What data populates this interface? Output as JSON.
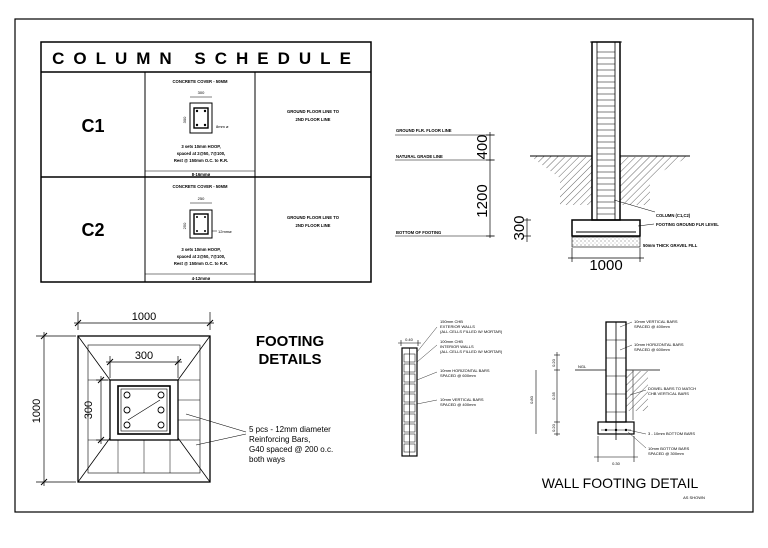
{
  "schedule": {
    "title": "COLUMN SCHEDULE",
    "rows": [
      {
        "mark": "C1",
        "cover": "CONCRETE COVER - 50MM",
        "dim_top": "300",
        "dim_side": "300",
        "bar_label": "8mm ø",
        "hoop1": "3 sets 10mm HOOP,",
        "hoop2": "spaced at 2@50, 7@100,",
        "hoop3": "Rest @ 150mm O.C. to R.R.",
        "bars": "8-16mmø",
        "location1": "GROUND FLOOR LINE TO",
        "location2": "2ND FLOOR LINE"
      },
      {
        "mark": "C2",
        "cover": "CONCRETE COVER - 50MM",
        "dim_top": "250",
        "dim_side": "250",
        "bar_label": "12mmø",
        "hoop1": "3 sets 10mm HOOP,",
        "hoop2": "spaced at 2@50, 7@100,",
        "hoop3": "Rest @ 150mm O.C. to R.R.",
        "bars": "4-12mmø",
        "location1": "GROUND FLOOR LINE TO",
        "location2": "2ND FLOOR LINE"
      }
    ]
  },
  "column_section": {
    "ground_floor_line": "GROUND FLR. FLOOR LINE",
    "natural_grade_line": "NATURAL GRADE LINE",
    "bottom_of_footing": "BOTTOM OF FOOTING",
    "dim_400": "400",
    "dim_1200": "1200",
    "dim_300": "300",
    "dim_1000": "1000",
    "column_label": "COLUMN (C1,C2)",
    "footing_label": "FOOTING  GROUND FLR LEVEL",
    "gravel_label": "50mm THICK GRAVEL FILL"
  },
  "footing_plan": {
    "heading1": "FOOTING",
    "heading2": "DETAILS",
    "dim_1000_top": "1000",
    "dim_300_top": "300",
    "dim_1000_left": "1000",
    "dim_300_left": "300",
    "note1": "5 pcs - 12mm diameter",
    "note2": "Reinforcing Bars,",
    "note3": "G40 spaced @ 200 o.c.",
    "note4": "both ways"
  },
  "wall_section": {
    "dim_040": "0.40",
    "ext_wall1": "150mm CHB",
    "ext_wall2": "EXTERIOR WALLS",
    "ext_wall3": "(ALL CELLS FILLED W/ MORTAR)",
    "int_wall1": "100mm CHB",
    "int_wall2": "INTERIOR WALLS",
    "int_wall3": "(ALL CELLS FILLED W/ MORTAR)",
    "horiz1": "10mm HORIZONTAL BARS",
    "horiz2": "SPACED @ 600mm",
    "vert1": "10mm VERTICAL BARS",
    "vert2": "SPACED @ 400mm"
  },
  "wall_footing": {
    "vert1": "10mm VERTICAL BARS",
    "vert2": "SPACED @ 400mm",
    "horiz1": "10mm HORIZONTAL BARS",
    "horiz2": "SPACED @ 600mm",
    "ngl": "NGL",
    "dim_020a": "0.20",
    "dim_080": "0.80",
    "dim_035": "0.35",
    "dim_020b": "0.20",
    "dim_030": "0.30",
    "dowel1": "DOWEL BARS TO MATCH",
    "dowel2": "CHB VERTICAL BARS",
    "bottom_bars_label": "3 - 10mm BOTTOM BARS",
    "bottom1": "10mm BOTTOM BARS",
    "bottom2": "SPACED @ 300mm",
    "title": "WALL FOOTING DETAIL",
    "scale": "AS SHOWN"
  }
}
